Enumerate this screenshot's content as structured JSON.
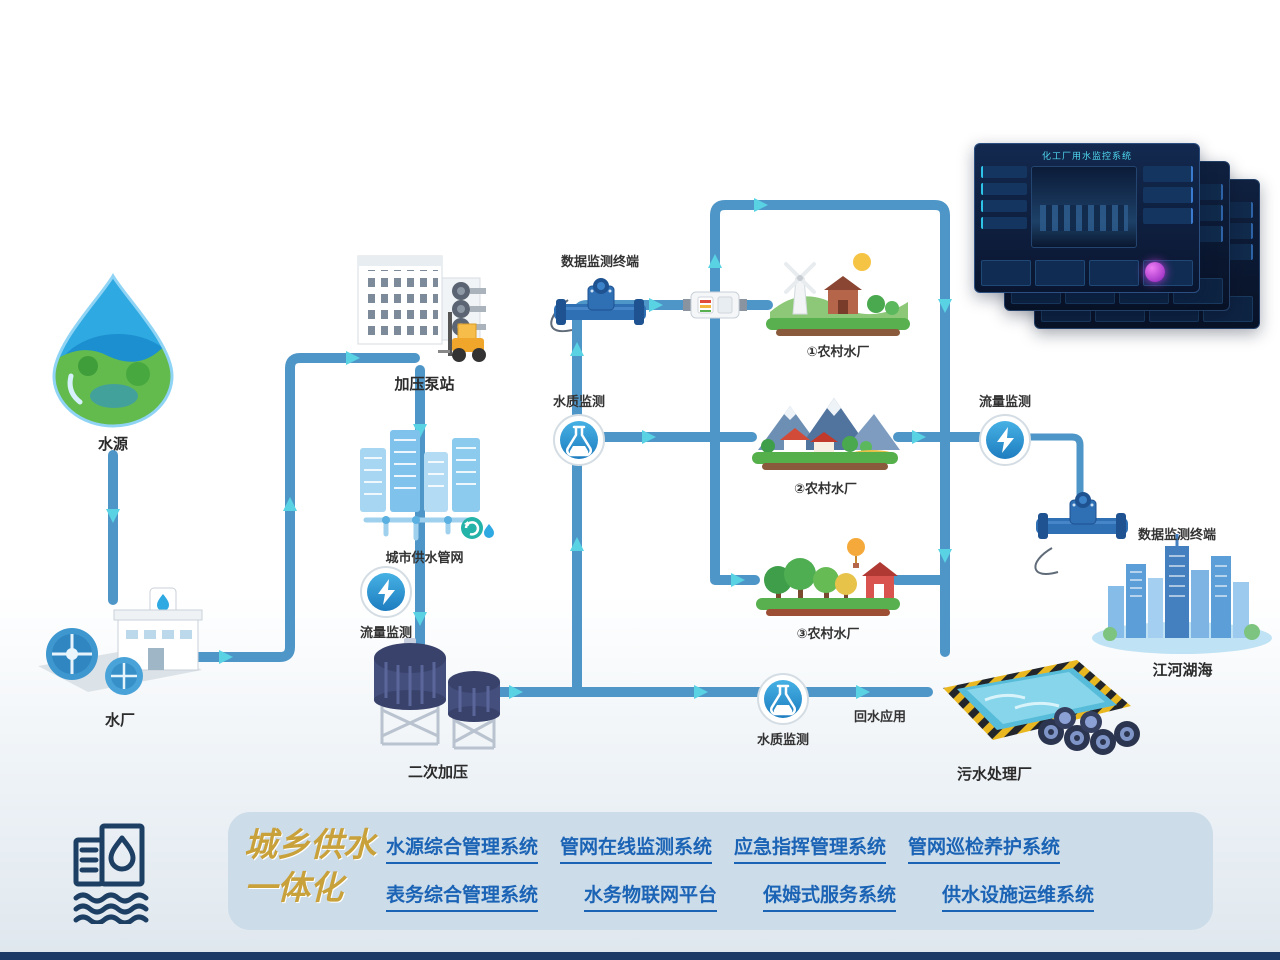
{
  "labels": {
    "water_source": "水源",
    "water_plant": "水厂",
    "pump_station": "加压泵站",
    "city_network": "城市供水管网",
    "flow_monitor_left": "流量监测",
    "secondary_pressure": "二次加压",
    "quality_monitor_top": "水质监测",
    "data_terminal_left": "数据监测终端",
    "rural_plant_1": "①农村水厂",
    "rural_plant_2": "②农村水厂",
    "rural_plant_3": "③农村水厂",
    "flow_monitor_right": "流量监测",
    "data_terminal_right": "数据监测终端",
    "rivers_lakes": "江河湖海",
    "sewage_plant": "污水处理厂",
    "quality_monitor_bottom": "水质监测",
    "water_reuse": "回水应用"
  },
  "screens": {
    "title": "化工厂用水监控系统"
  },
  "banner": {
    "title_line1": "城乡供水",
    "title_line2": "一体化",
    "systems_row1": [
      "水源综合管理系统",
      "管网在线监测系统",
      "应急指挥管理系统",
      "管网巡检养护系统"
    ],
    "systems_row2": [
      "表务综合管理系统",
      "水务物联网平台",
      "保姆式服务系统",
      "供水设施运维系统"
    ]
  },
  "icons": {
    "flow_monitor": "lightning-bolt",
    "quality_monitor": "flask",
    "footer": "waterworks-building-with-waves"
  },
  "colors": {
    "pipe": "#4f96c8",
    "arrow": "#59d2e4",
    "banner_bg": "#ccdce9",
    "title_gold": "#c9a13b",
    "link_blue": "#1b63b5",
    "bottom_bar": "#1d3a66"
  }
}
